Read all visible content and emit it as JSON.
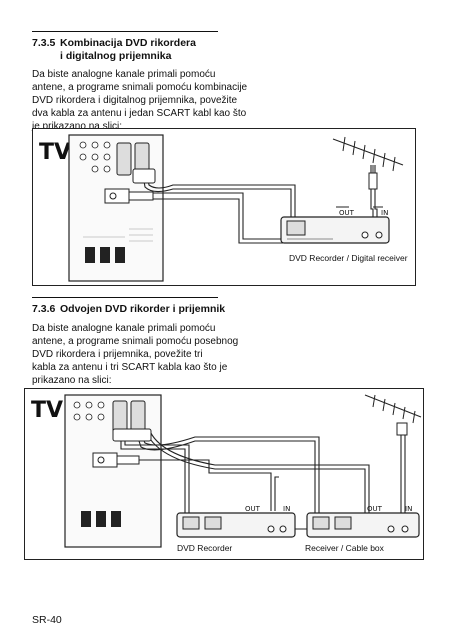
{
  "section1": {
    "number": "7.3.5",
    "title_line1": "Kombinacija DVD rikordera",
    "title_line2": "i digitalnog prijemnika",
    "body": [
      "Da biste analogne kanale primali pomoću",
      "antene, a programe snimali pomoću kombinacije",
      "DVD rikordera i digitalnog prijemnika, povežite",
      "dva kabla za antenu i jedan SCART kabl kao što",
      "je prikazano na slici:"
    ],
    "diagram": {
      "tv_label": "TV",
      "device_caption": "DVD Recorder / Digital receiver",
      "out_label": "OUT",
      "in_label": "IN"
    }
  },
  "section2": {
    "number": "7.3.6",
    "title_line1": "Odvojen DVD rikorder i prijemnik",
    "body": [
      "Da biste analogne kanale primali pomoću",
      "antene, a programe snimali pomoću posebnog",
      "DVD rikordera i prijemnika, povežite tri",
      "kabla za antenu i tri SCART kabla kao što je",
      "prikazano na slici:"
    ],
    "diagram": {
      "tv_label": "TV",
      "caption_left": "DVD Recorder",
      "caption_right": "Receiver / Cable box",
      "out_label": "OUT",
      "in_label": "IN"
    }
  },
  "footer": {
    "page_number": "SR-40"
  }
}
